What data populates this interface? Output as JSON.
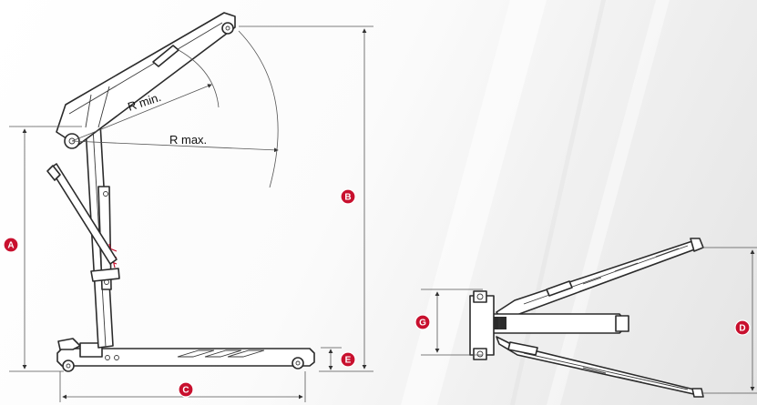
{
  "labels": {
    "r_min": "R min.",
    "r_max": "R max."
  },
  "badges": {
    "a": "A",
    "b": "B",
    "c": "C",
    "d": "D",
    "e": "E",
    "g": "G"
  },
  "colors": {
    "badge": "#c8102e",
    "ink": "#2b2b2b"
  }
}
